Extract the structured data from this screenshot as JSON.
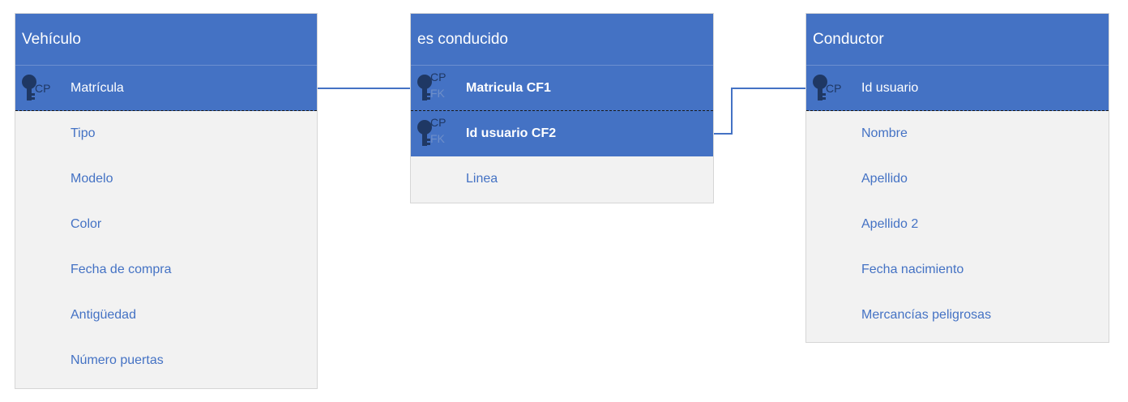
{
  "entities": {
    "vehiculo": {
      "title": "Vehículo",
      "key": {
        "badge": "CP",
        "name": "Matrícula"
      },
      "attributes": [
        "Tipo",
        "Modelo",
        "Color",
        "Fecha de compra",
        "Antigüedad",
        "Número puertas"
      ]
    },
    "es_conducido": {
      "title": "es conducido",
      "keys": [
        {
          "badge_top": "CP",
          "badge_bottom": "FK",
          "name": "Matricula CF1"
        },
        {
          "badge_top": "CP",
          "badge_bottom": "FK",
          "name": "Id usuario CF2"
        }
      ],
      "attributes": [
        "Linea"
      ]
    },
    "conductor": {
      "title": "Conductor",
      "key": {
        "badge": "CP",
        "name": "Id usuario"
      },
      "attributes": [
        "Nombre",
        "Apellido",
        "Apellido 2",
        "Fecha nacimiento",
        "Mercancías peligrosas"
      ]
    }
  },
  "colors": {
    "header": "#4472c4",
    "body": "#f2f2f2",
    "attribute_text": "#4472c4",
    "connector": "#4472c4"
  },
  "icons": {
    "key": "key-icon"
  }
}
